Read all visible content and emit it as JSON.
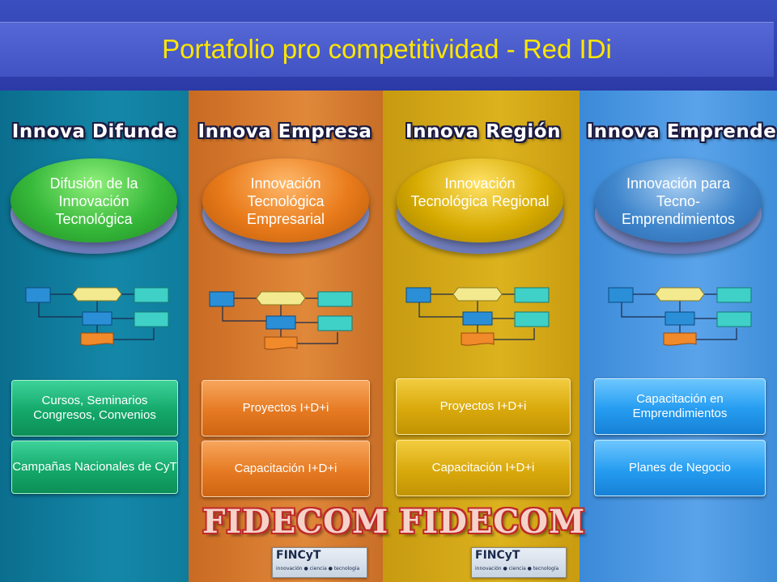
{
  "slide": {
    "title": "Portafolio pro competitividad - Red IDi"
  },
  "columns": [
    {
      "heading": "Innova Difunde",
      "disc_text": "Difusión de la Innovación Tecnológica",
      "disc_color": "#2fb53a",
      "buttons": [
        "Cursos, Seminarios Congresos, Convenios",
        "Campañas Nacionales de CyT"
      ],
      "button_color": "#14a86a"
    },
    {
      "heading": "Innova Empresa",
      "disc_text": "Innovación Tecnológica Empresarial",
      "disc_color": "#e47a18",
      "buttons": [
        "Proyectos I+D+i",
        "Capacitación  I+D+i"
      ],
      "button_color": "#e57a22",
      "fund_logo": "FIDECOM",
      "partner_logo": {
        "name": "FINCyT",
        "tagline": "innovación ● ciencia ● tecnología"
      }
    },
    {
      "heading": "Innova Región",
      "disc_text": "Innovación Tecnológica Regional",
      "disc_color": "#d2a800",
      "buttons": [
        "Proyectos I+D+i",
        "Capacitación  I+D+i"
      ],
      "button_color": "#d9a90c",
      "fund_logo": "FIDECOM",
      "partner_logo": {
        "name": "FINCyT",
        "tagline": "innovación ● ciencia ● tecnología"
      }
    },
    {
      "heading": "Innova Emprende",
      "disc_text": "Innovación para Tecno-Emprendimientos",
      "disc_color": "#3a82c8",
      "buttons": [
        "Capacitación en Emprendimientos",
        "Planes de Negocio"
      ],
      "button_color": "#259cf0"
    }
  ],
  "icons": {
    "flow": "flowchart-diagram-icon"
  }
}
